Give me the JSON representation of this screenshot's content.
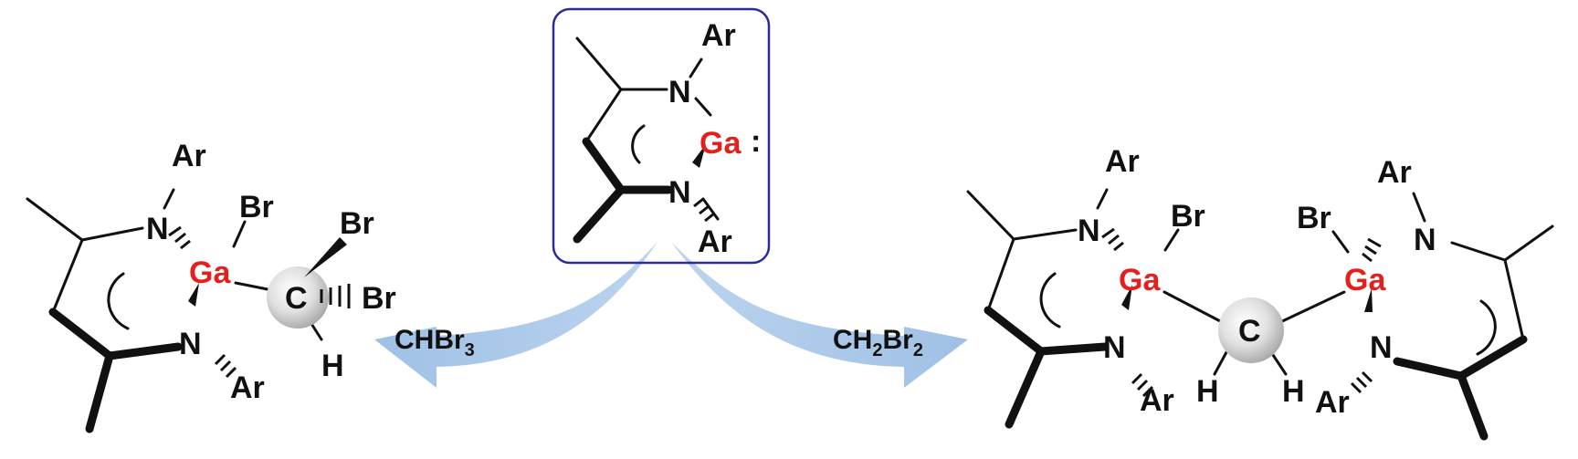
{
  "colors": {
    "gallium": "#e3201b",
    "bond": "#111111",
    "arrow": "#a5c4e6",
    "box_border": "#2b2b9e",
    "carbon_sphere": "#cfcfcf"
  },
  "center": {
    "ar_top": "Ar",
    "n_top": "N",
    "ga": "Ga",
    "lone_pair": ":",
    "n_bottom": "N",
    "ar_bottom": "Ar"
  },
  "left_product": {
    "ar_top": "Ar",
    "n_top": "N",
    "br_ga": "Br",
    "ga": "Ga",
    "n_bottom": "N",
    "ar_bottom": "Ar",
    "c": "C",
    "br_up": "Br",
    "br_right": "Br",
    "h": "H"
  },
  "right_product": {
    "ar_left_top": "Ar",
    "n_left_top": "N",
    "br_left": "Br",
    "ga_left": "Ga",
    "n_left_bottom": "N",
    "ar_left_bottom": "Ar",
    "c": "C",
    "h_left": "H",
    "h_right": "H",
    "br_right": "Br",
    "ga_right": "Ga",
    "ar_right_top": "Ar",
    "n_right_top": "N",
    "n_right_bottom": "N",
    "ar_right_bottom": "Ar"
  },
  "reagents": {
    "left": {
      "base": "CHBr",
      "subscript": "3"
    },
    "right": {
      "base1": "CH",
      "sub1": "2",
      "base2": "Br",
      "sub2": "2"
    }
  }
}
